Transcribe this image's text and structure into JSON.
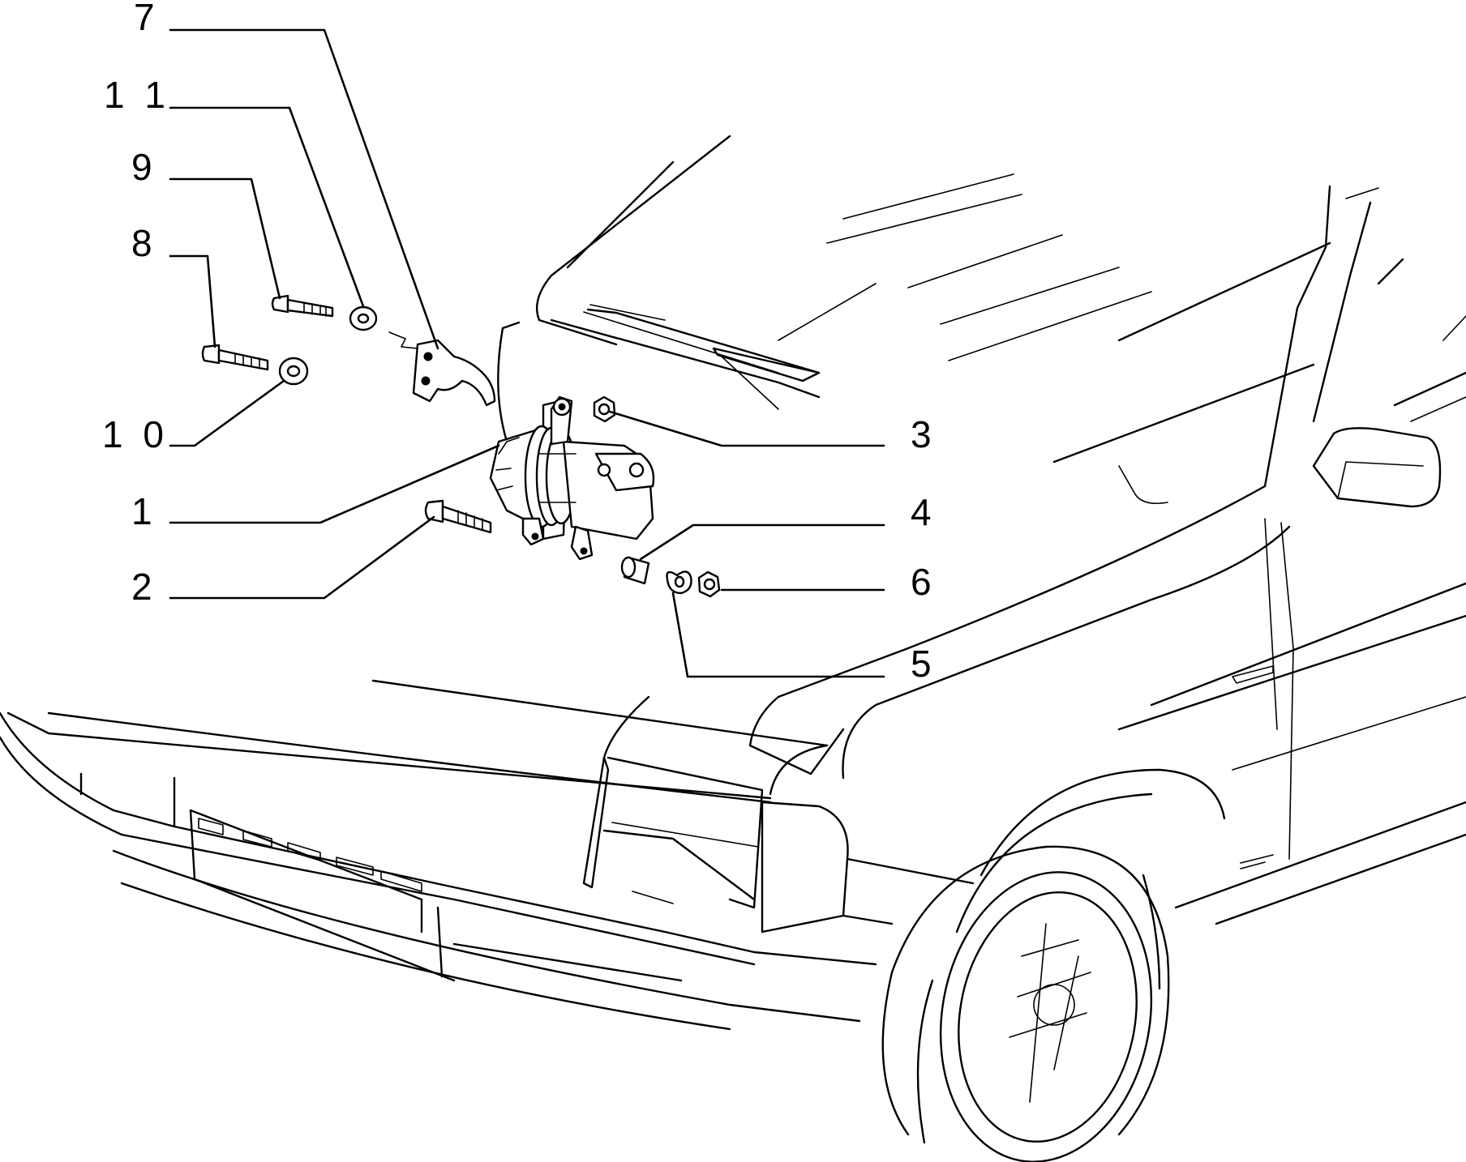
{
  "callouts": {
    "c1": "1",
    "c2": "2",
    "c3": "3",
    "c4": "4",
    "c5": "5",
    "c6": "6",
    "c7": "7",
    "c8": "8",
    "c9": "9",
    "c10": "1 0",
    "c11": "1 1"
  },
  "colors": {
    "ink": "#000000",
    "paper": "#ffffff"
  }
}
